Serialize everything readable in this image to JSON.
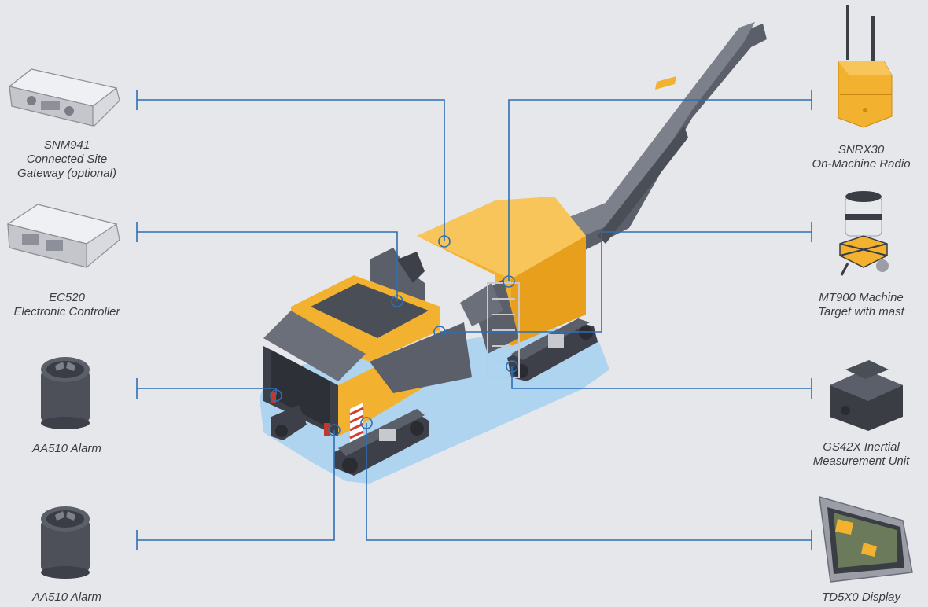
{
  "components": {
    "snm941": {
      "line1": "SNM941",
      "line2": "Connected Site",
      "line3": "Gateway (optional)"
    },
    "ec520": {
      "line1": "EC520",
      "line2": "Electronic Controller"
    },
    "aa510_upper": {
      "line1": "AA510 Alarm"
    },
    "aa510_lower": {
      "line1": "AA510 Alarm"
    },
    "snrx30": {
      "line1": "SNRX30",
      "line2": "On-Machine Radio"
    },
    "mt900": {
      "line1": "MT900 Machine",
      "line2": "Target with mast"
    },
    "gs42x": {
      "line1": "GS42X Inertial",
      "line2": "Measurement Unit"
    },
    "td5x0": {
      "line1": "TD5X0 Display"
    }
  },
  "colors": {
    "background": "#e6e7eb",
    "leader_line": "#2d6fb5",
    "machine_yellow": "#f3b130",
    "machine_dark": "#5b5f69",
    "shadow_blue": "#a8d2f0"
  }
}
